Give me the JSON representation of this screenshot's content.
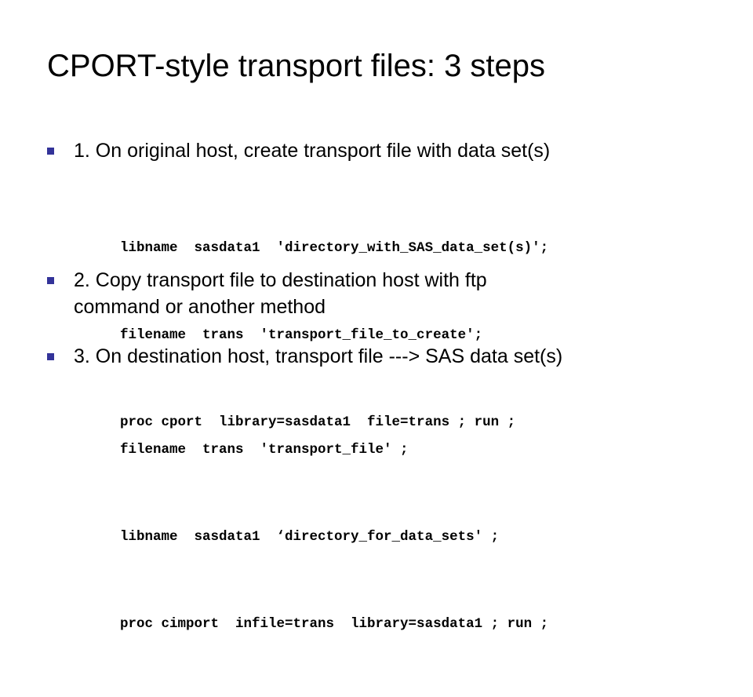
{
  "slide": {
    "title": "CPORT-style transport files: 3 steps",
    "steps": [
      {
        "text": "1. On original host, create transport file with data set(s)",
        "code": [
          "libname  sasdata1  'directory_with_SAS_data_set(s)';",
          "filename  trans  'transport_file_to_create';",
          "proc cport  library=sasdata1  file=trans ; run ;"
        ]
      },
      {
        "text": "2. Copy transport file to destination host with ftp command or another method",
        "code": []
      },
      {
        "text": "3. On destination host, transport file ---> SAS data set(s)",
        "code": [
          "filename  trans  'transport_file' ;",
          "libname  sasdata1  ‘directory_for_data_sets' ;",
          "proc cimport  infile=trans  library=sasdata1 ; run ;"
        ]
      }
    ],
    "colors": {
      "bullet": "#333399",
      "text": "#000000",
      "background": "#ffffff"
    }
  }
}
